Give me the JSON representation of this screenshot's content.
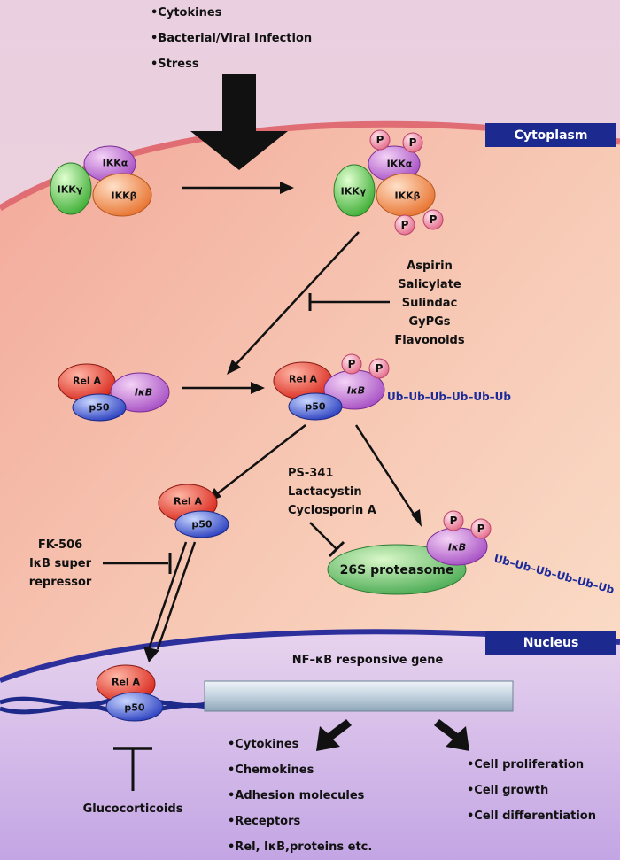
{
  "stimuli": [
    "•Cytokines",
    "•Bacterial/Viral Infection",
    "•Stress"
  ],
  "compartments": {
    "cytoplasm": "Cytoplasm",
    "nucleus": "Nucleus"
  },
  "proteins": {
    "ikk_alpha": "IKKα",
    "ikk_beta": "IKKβ",
    "ikk_gamma": "IKKγ",
    "rel_a": "Rel A",
    "p50": "p50",
    "ikb": "IκB",
    "phospho": "P",
    "proteasome": "26S proteasome"
  },
  "ub_chain": "Ub–Ub–Ub–Ub–Ub–Ub",
  "inhibitors_ikk": [
    "Aspirin",
    "Salicylate",
    "Sulindac",
    "GyPGs",
    "Flavonoids"
  ],
  "inhibitors_proteasome": [
    "PS-341",
    "Lactacystin",
    "Cyclosporin A"
  ],
  "inhibitors_translocation": [
    "FK-506",
    "IκB super",
    "repressor"
  ],
  "inhibitor_dna": "Glucocorticoids",
  "gene_label": "NF–κB responsive gene",
  "products_left": [
    "•Cytokines",
    "•Chemokines",
    "•Adhesion molecules",
    "•Receptors",
    "•Rel, IκB,proteins etc."
  ],
  "products_right": [
    "•Cell proliferation",
    "•Cell growth",
    "•Cell differentiation"
  ]
}
